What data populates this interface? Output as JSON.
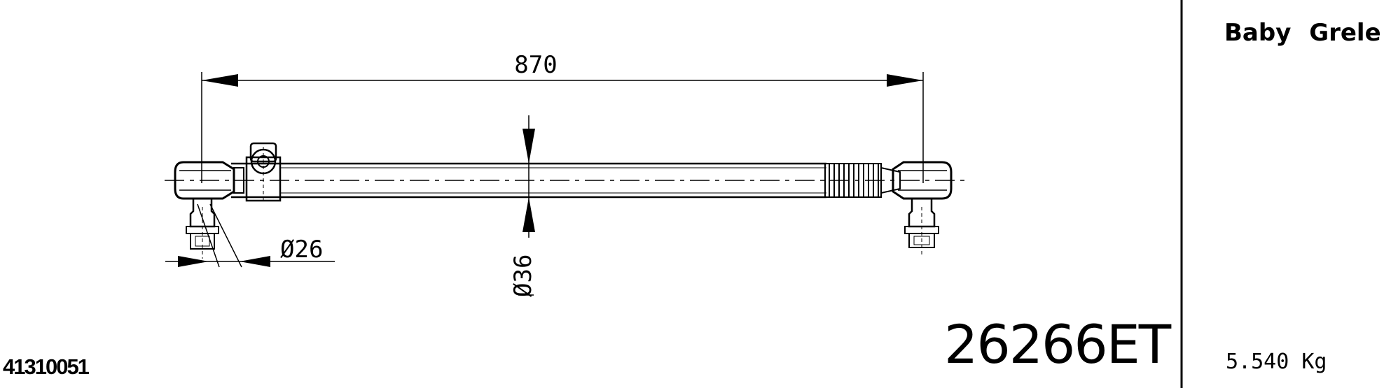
{
  "drawing": {
    "dimensions": {
      "length": "870",
      "ball_stud_diameter": "Ø26",
      "tube_diameter": "Ø36"
    },
    "part_number": "26266ET",
    "reference_number": "41310051"
  },
  "info_panel": {
    "model": "Baby  Grele",
    "weight": "5.540  Kg"
  },
  "colors": {
    "ink": "#000000",
    "paper": "#ffffff"
  }
}
